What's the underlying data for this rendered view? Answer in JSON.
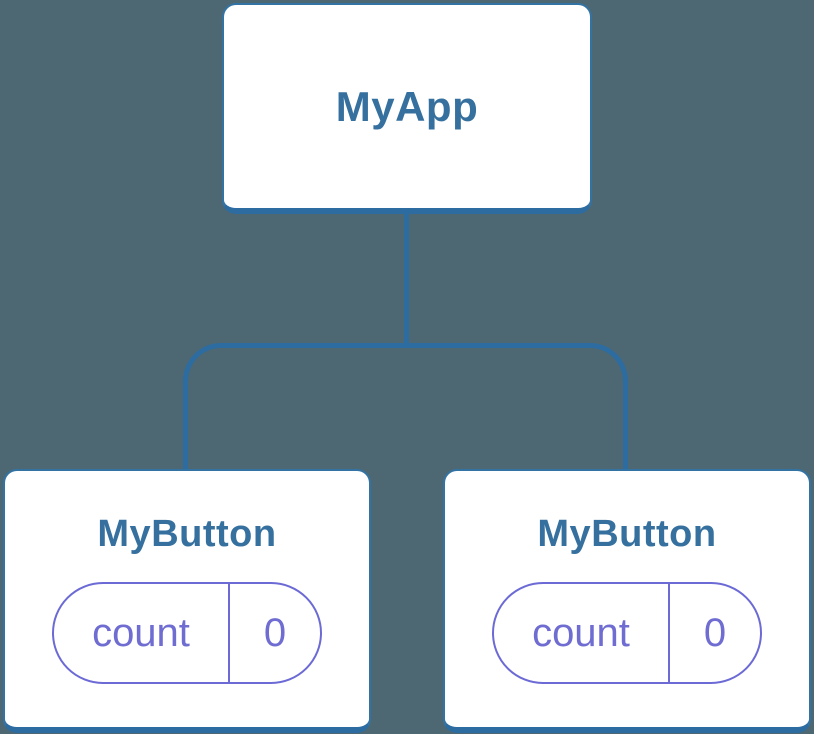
{
  "diagram": {
    "kind": "component-tree",
    "root": {
      "label": "MyApp"
    },
    "children": [
      {
        "label": "MyButton",
        "state": {
          "key": "count",
          "value": "0"
        }
      },
      {
        "label": "MyButton",
        "state": {
          "key": "count",
          "value": "0"
        }
      }
    ]
  },
  "colors": {
    "background": "#4d6872",
    "box_background": "#ffffff",
    "box_border": "#3273a4",
    "box_border_bottom": "#2d6ca0",
    "connector": "#2d6ca0",
    "title_text": "#35709e",
    "state_pill": "#6c6ad5",
    "state_text": "#6f6cd2"
  }
}
